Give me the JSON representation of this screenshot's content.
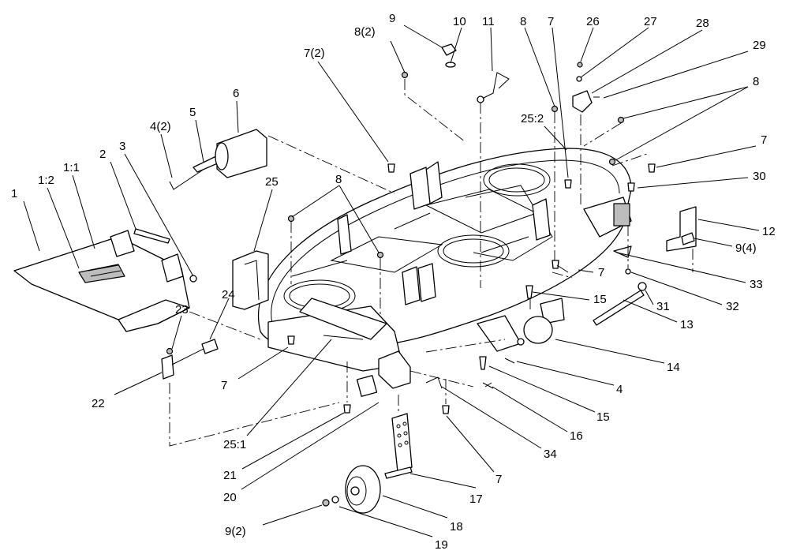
{
  "callouts": [
    {
      "id": "c1",
      "text": "1"
    },
    {
      "id": "c1_2",
      "text": "1:2"
    },
    {
      "id": "c1_1",
      "text": "1:1"
    },
    {
      "id": "c2",
      "text": "2"
    },
    {
      "id": "c3",
      "text": "3"
    },
    {
      "id": "c4_2",
      "text": "4(2)"
    },
    {
      "id": "c5",
      "text": "5"
    },
    {
      "id": "c6",
      "text": "6"
    },
    {
      "id": "c7_2",
      "text": "7(2)"
    },
    {
      "id": "c8_2",
      "text": "8(2)"
    },
    {
      "id": "c9",
      "text": "9"
    },
    {
      "id": "c10",
      "text": "10"
    },
    {
      "id": "c11",
      "text": "11"
    },
    {
      "id": "c8a",
      "text": "8"
    },
    {
      "id": "c7a",
      "text": "7"
    },
    {
      "id": "c26",
      "text": "26"
    },
    {
      "id": "c27",
      "text": "27"
    },
    {
      "id": "c28",
      "text": "28"
    },
    {
      "id": "c29",
      "text": "29"
    },
    {
      "id": "c25_2",
      "text": "25:2"
    },
    {
      "id": "c8b",
      "text": "8"
    },
    {
      "id": "c7b",
      "text": "7"
    },
    {
      "id": "c30",
      "text": "30"
    },
    {
      "id": "c25",
      "text": "25"
    },
    {
      "id": "c8c",
      "text": "8"
    },
    {
      "id": "c12",
      "text": "12"
    },
    {
      "id": "c9_4",
      "text": "9(4)"
    },
    {
      "id": "c33",
      "text": "33"
    },
    {
      "id": "c7c",
      "text": "7"
    },
    {
      "id": "c32",
      "text": "32"
    },
    {
      "id": "c15a",
      "text": "15"
    },
    {
      "id": "c31",
      "text": "31"
    },
    {
      "id": "c13",
      "text": "13"
    },
    {
      "id": "c24",
      "text": "24"
    },
    {
      "id": "c23",
      "text": "23"
    },
    {
      "id": "c14",
      "text": "14"
    },
    {
      "id": "c4",
      "text": "4"
    },
    {
      "id": "c22",
      "text": "22"
    },
    {
      "id": "c7d",
      "text": "7"
    },
    {
      "id": "c15b",
      "text": "15"
    },
    {
      "id": "c16",
      "text": "16"
    },
    {
      "id": "c25_1",
      "text": "25:1"
    },
    {
      "id": "c34",
      "text": "34"
    },
    {
      "id": "c21",
      "text": "21"
    },
    {
      "id": "c7e",
      "text": "7"
    },
    {
      "id": "c20",
      "text": "20"
    },
    {
      "id": "c17",
      "text": "17"
    },
    {
      "id": "c18",
      "text": "18"
    },
    {
      "id": "c9_2",
      "text": "9(2)"
    },
    {
      "id": "c19",
      "text": "19"
    }
  ]
}
